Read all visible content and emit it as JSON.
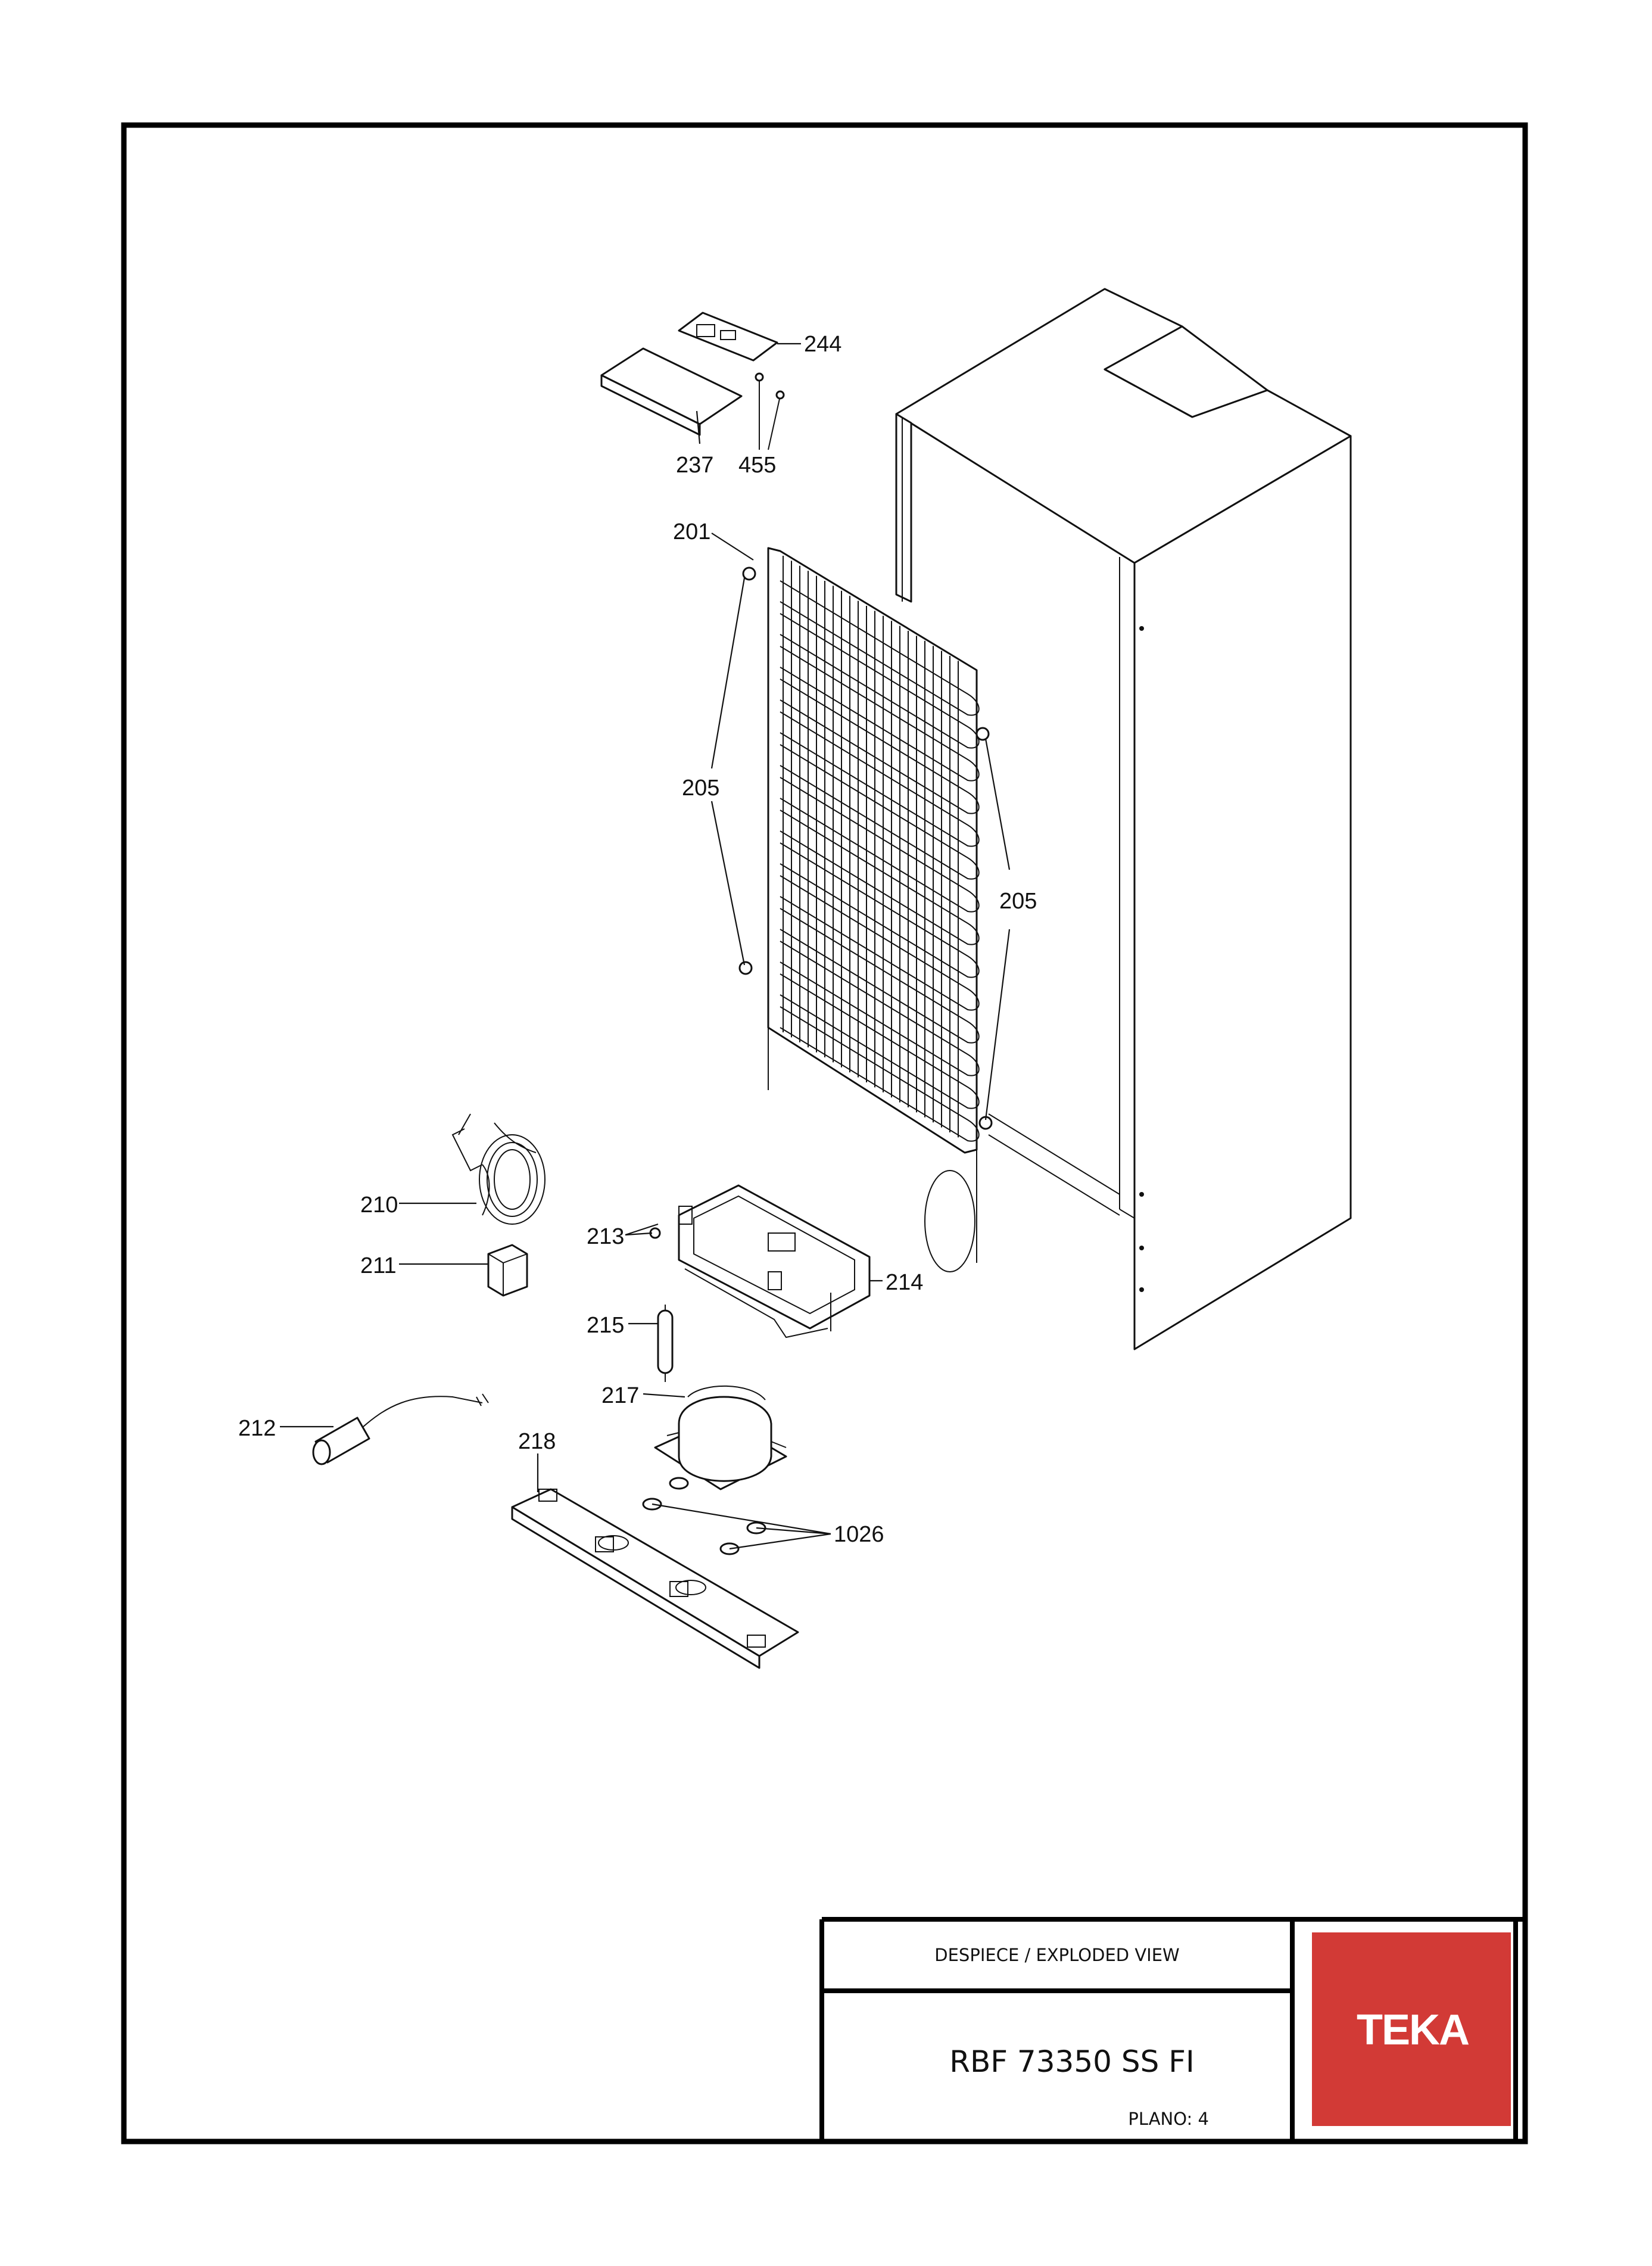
{
  "callouts": {
    "c201": "201",
    "c205a": "205",
    "c205b": "205",
    "c210": "210",
    "c211": "211",
    "c212": "212",
    "c213": "213",
    "c214": "214",
    "c215": "215",
    "c217": "217",
    "c218": "218",
    "c237": "237",
    "c244": "244",
    "c455": "455",
    "c1026": "1026"
  },
  "title_block": {
    "header": "DESPIECE / EXPLODED VIEW",
    "model": "RBF 73350 SS FI",
    "plano": "PLANO: 4"
  },
  "brand": {
    "logo_text": "TEKA",
    "logo_color": "#d23a36"
  }
}
